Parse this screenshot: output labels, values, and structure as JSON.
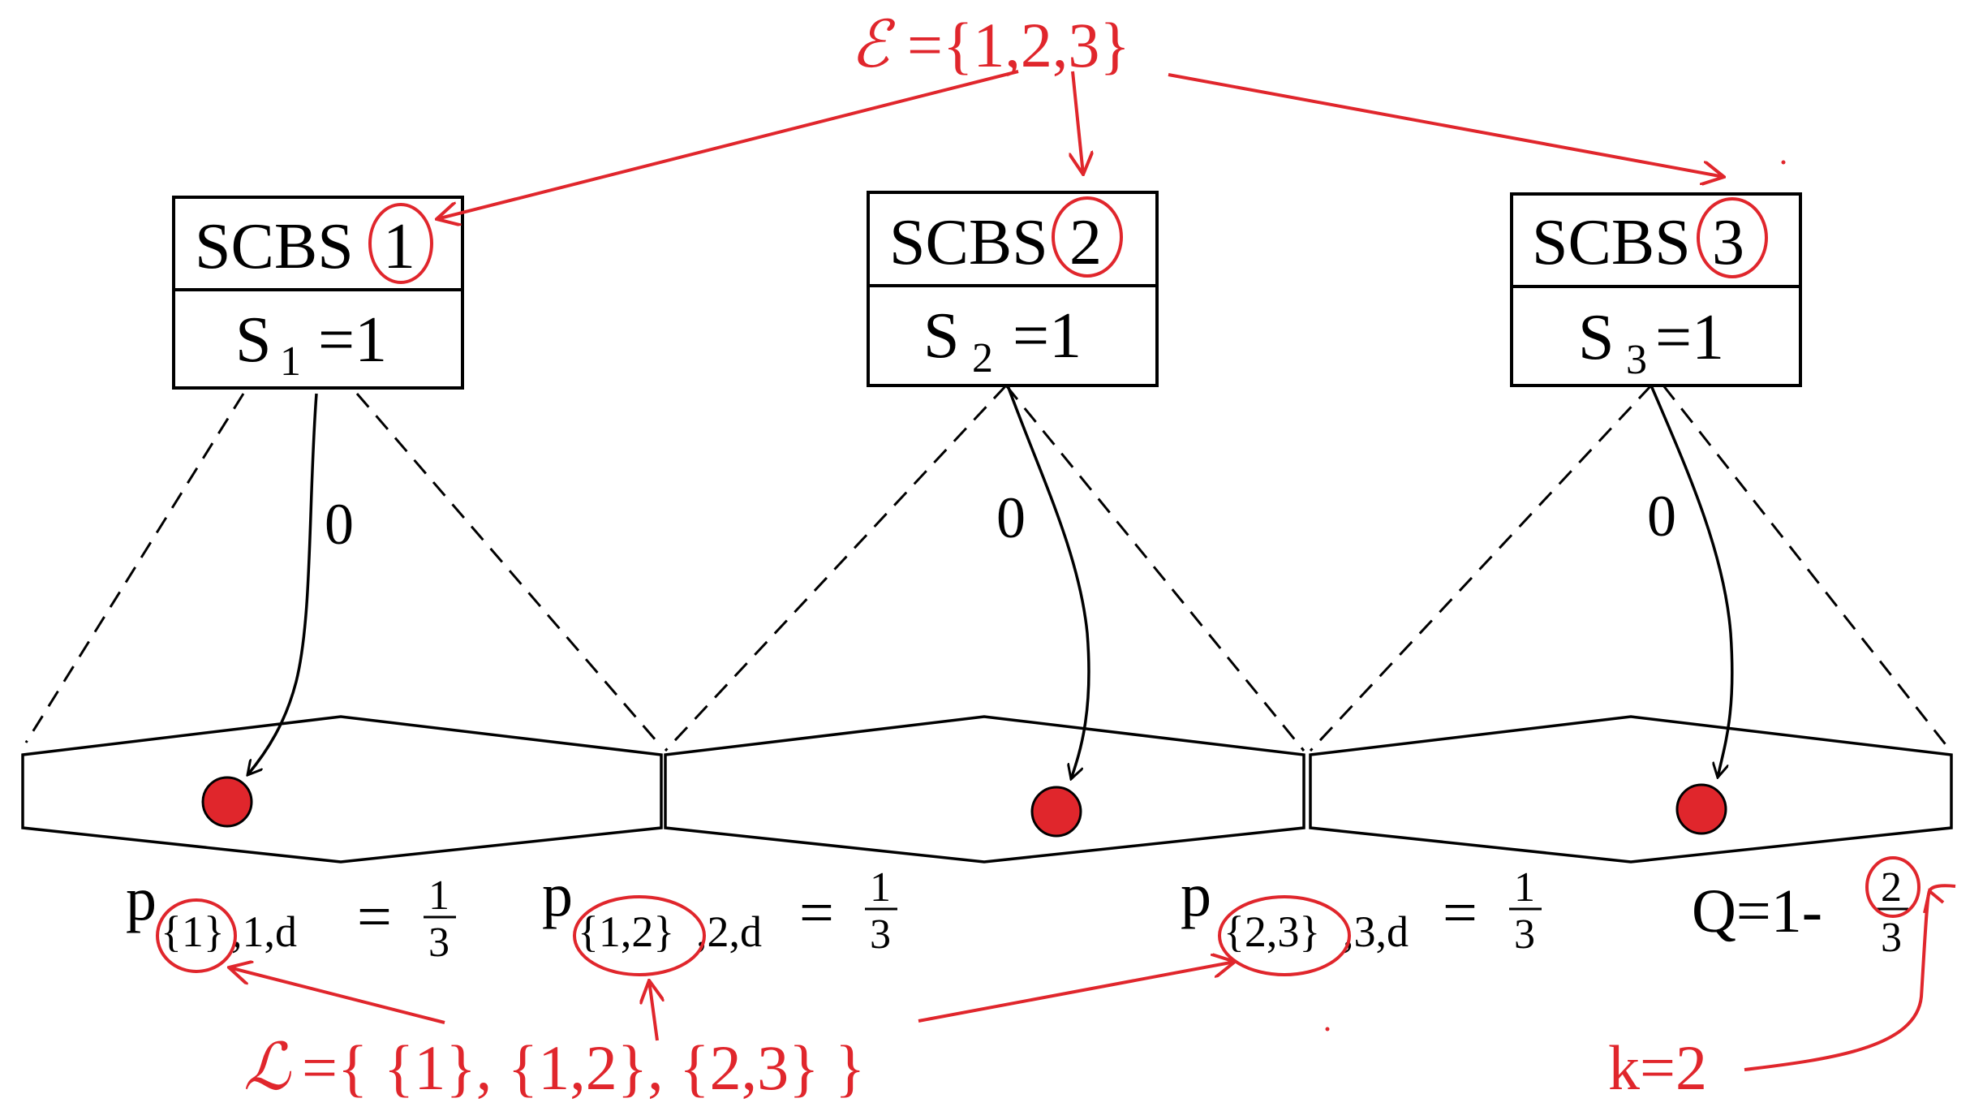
{
  "colors": {
    "accent": "#e0262c",
    "ink": "#000000"
  },
  "epsilon": {
    "symbol": "ℰ",
    "rest": "={1,2,3}"
  },
  "scbs": [
    {
      "name": "SCBS",
      "id": "1",
      "state_prefix": "S",
      "state_sub": "1",
      "state_rest": "=1",
      "edge_label": "0"
    },
    {
      "name": "SCBS",
      "id": "2",
      "state_prefix": "S",
      "state_sub": "2",
      "state_rest": "=1",
      "edge_label": "0"
    },
    {
      "name": "SCBS",
      "id": "3",
      "state_prefix": "S",
      "state_sub": "3",
      "state_rest": "=1",
      "edge_label": "0"
    }
  ],
  "probabilities": [
    {
      "p": "p",
      "set": "{1}",
      "rest": ",1,d",
      "eq": "=",
      "num": "1",
      "den": "3"
    },
    {
      "p": "p",
      "set": "{1,2}",
      "rest": ",2,d",
      "eq": "=",
      "num": "1",
      "den": "3"
    },
    {
      "p": "p",
      "set": "{2,3}",
      "rest": ",3,d",
      "eq": "=",
      "num": "1",
      "den": "3"
    }
  ],
  "q": {
    "text": "Q=1-",
    "num": "2",
    "den": "3"
  },
  "ell": {
    "symbol": "ℒ",
    "rest": "={ {1}, {1,2}, {2,3} }"
  },
  "k": {
    "text": "k=2"
  }
}
